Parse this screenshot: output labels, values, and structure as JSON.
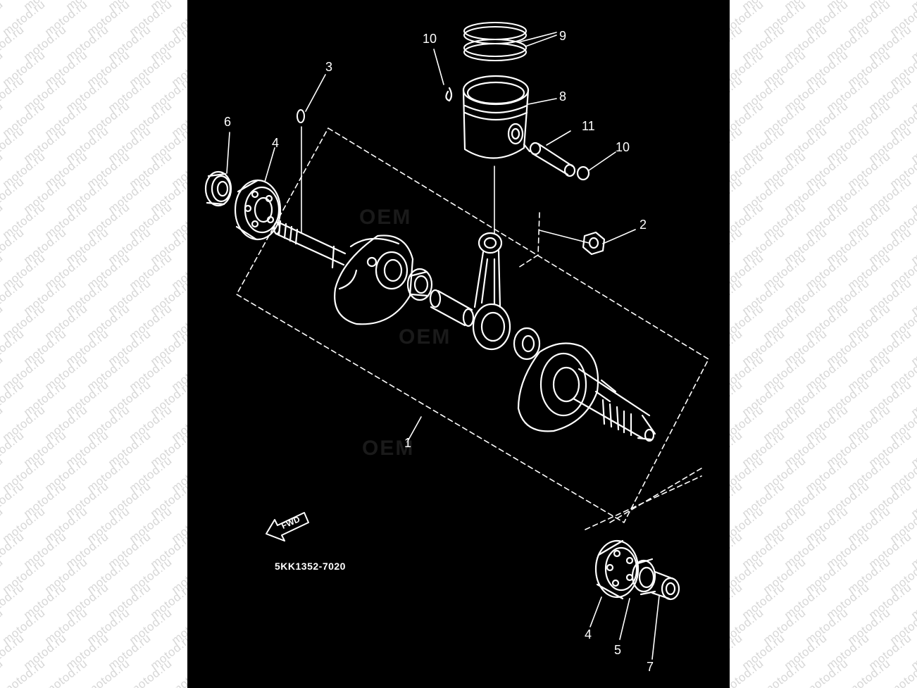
{
  "watermark": {
    "text": "motod.ru",
    "color": "#d7d7d7"
  },
  "diagram": {
    "background": "#000000",
    "line_color": "#ffffff",
    "part_code": "5KK1352-7020",
    "direction_marker": "FWD",
    "faint_watermark": "OEM",
    "callouts": [
      "1",
      "2",
      "3",
      "4",
      "4",
      "5",
      "6",
      "7",
      "8",
      "9",
      "10",
      "10",
      "11"
    ]
  }
}
